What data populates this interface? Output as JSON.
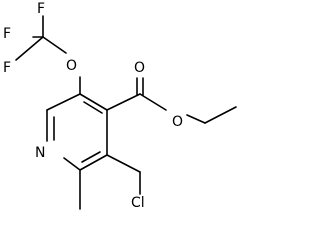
{
  "molecule": {
    "atoms": {
      "F_top": "F",
      "F_left": "F",
      "F_mid": "F",
      "O_ether": "O",
      "O_carbonyl": "O",
      "O_ester": "O",
      "N": "N",
      "Cl": "Cl"
    }
  }
}
